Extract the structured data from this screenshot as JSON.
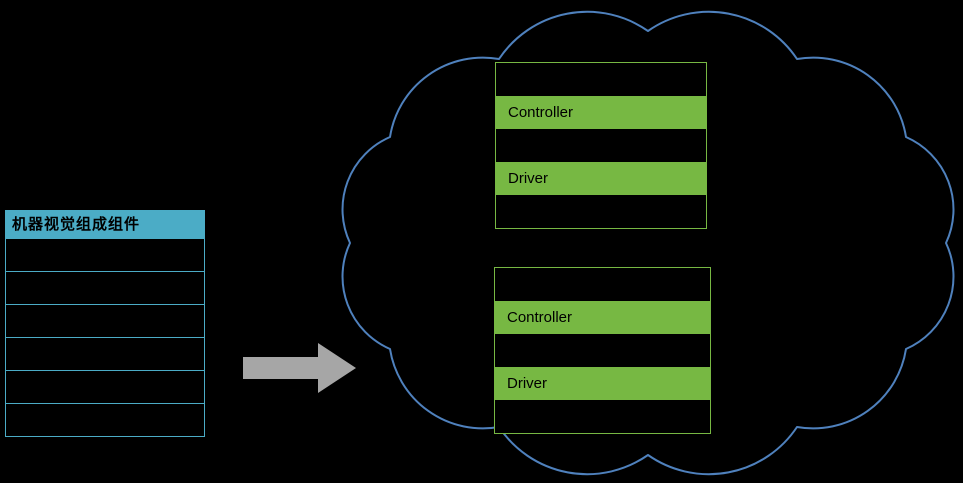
{
  "left_table": {
    "title": "机器视觉组成组件",
    "rows": [
      "",
      "",
      "",
      "",
      "",
      ""
    ]
  },
  "cloud": {
    "boxes": [
      {
        "rows": [
          "",
          "Controller",
          "",
          "Driver",
          ""
        ]
      },
      {
        "rows": [
          "",
          "Controller",
          "",
          "Driver",
          ""
        ]
      }
    ]
  },
  "icons": {
    "arrow": "right-arrow",
    "cloud": "cloud-outline"
  },
  "colors": {
    "background": "#000000",
    "table_header_blue": "#4bacc6",
    "table_border_blue": "#4bacc6",
    "stack_green": "#77b843",
    "cloud_stroke": "#4f81bd",
    "arrow_gray": "#a6a6a6"
  }
}
